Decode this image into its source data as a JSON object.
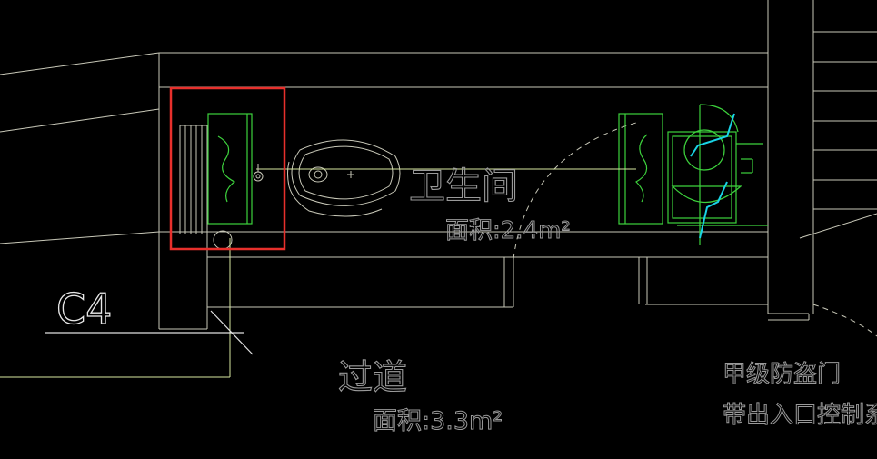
{
  "drawing": {
    "labels": {
      "window_tag": "C4",
      "toilet_room_name": "卫生间",
      "toilet_room_area": "面积:2.4m²",
      "corridor_name": "过道",
      "corridor_area": "面积:3.3m²",
      "door_note_line1": "甲级防盗门",
      "door_note_line2": "带出入口控制系"
    },
    "colors": {
      "background": "#000000",
      "wall_lines": "#d8d8c8",
      "fixture_green": "#3dd23d",
      "leader_yellow": "#d8e8a0",
      "hatch_cyan": "#19d4e6",
      "selection_red": "#e8302c",
      "text_gray": "#a0a0a0"
    }
  }
}
